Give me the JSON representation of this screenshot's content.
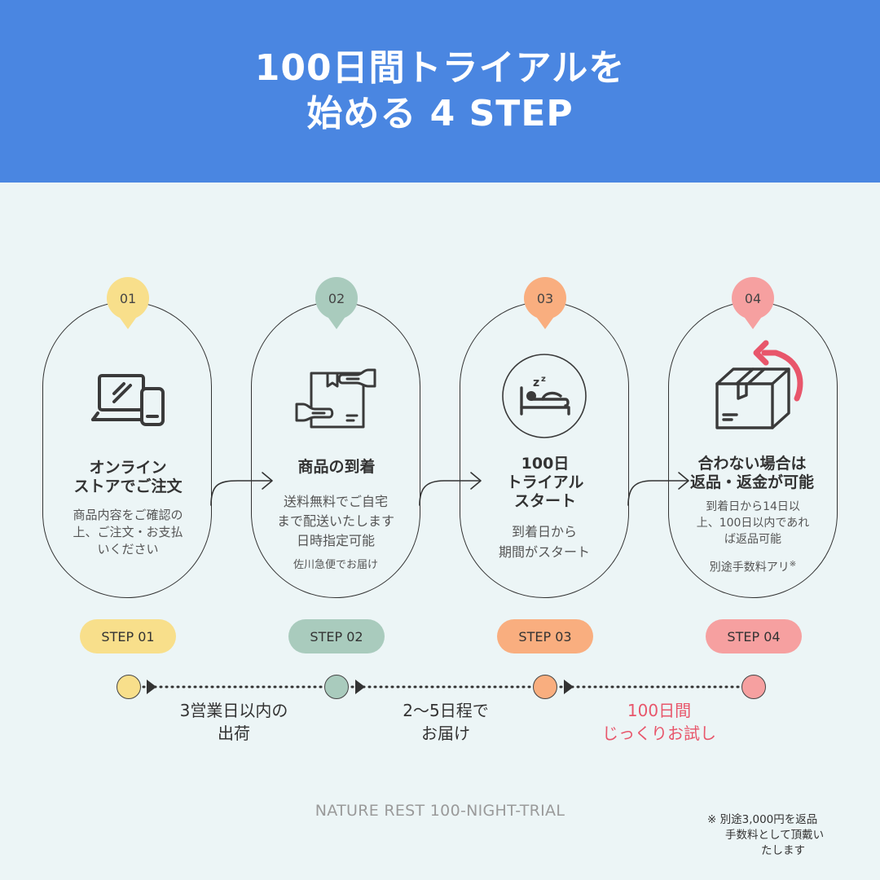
{
  "header": {
    "title_line1": "100日間トライアルを",
    "title_line2": "始める 4 STEP"
  },
  "steps": [
    {
      "badge": "01",
      "color": "#f8df8b",
      "icon": "laptop-phone-icon",
      "title": [
        "オンライン",
        "ストアでご注文"
      ],
      "desc": [
        "商品内容をご確認の",
        "上、ご注文・お支払",
        "いください"
      ],
      "label": "STEP 01"
    },
    {
      "badge": "02",
      "color": "#a9cbbd",
      "icon": "package-delivery-icon",
      "title": [
        "商品の到着"
      ],
      "desc": [
        "送料無料でご自宅",
        "まで配送いたします",
        "日時指定可能"
      ],
      "note": "佐川急便でお届け",
      "label": "STEP 02"
    },
    {
      "badge": "03",
      "color": "#f9ae7f",
      "icon": "sleeping-bed-icon",
      "title": [
        "100日",
        "トライアル",
        "スタート"
      ],
      "desc": [
        "到着日から",
        "期間がスタート"
      ],
      "label": "STEP 03"
    },
    {
      "badge": "04",
      "color": "#f6a0a0",
      "icon": "return-box-icon",
      "title": [
        "合わない場合は",
        "返品・返金が可能"
      ],
      "desc": [
        "到着日から14日以",
        "上、100日以内であれ",
        "ば返品可能"
      ],
      "note": "別途手数料アリ",
      "note_mark": "※",
      "label": "STEP 04"
    }
  ],
  "timeline": [
    {
      "text": [
        "3営業日以内の",
        "出荷"
      ],
      "color": "#333333"
    },
    {
      "text": [
        "2〜5日程で",
        "お届け"
      ],
      "color": "#333333"
    },
    {
      "text": [
        "100日間",
        "じっくりお試し"
      ],
      "color": "#e8566b"
    }
  ],
  "footer": {
    "brand": "NATURE REST 100-NIGHT-TRIAL",
    "note": [
      "※ 別途3,000円を返品",
      "手数料として頂戴い",
      "たします"
    ]
  },
  "colors": {
    "header_bg": "#4a86e1",
    "body_bg": "#ecf5f6",
    "accent_red": "#e8566b"
  }
}
